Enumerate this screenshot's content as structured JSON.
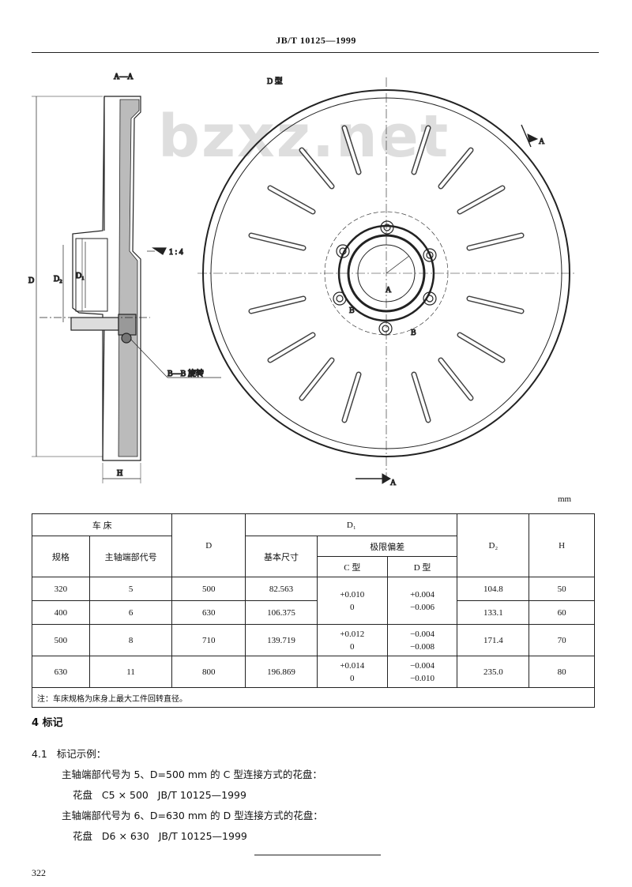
{
  "header": {
    "title": "JB/T 10125—1999"
  },
  "watermark": "bzxz.net",
  "drawing": {
    "section_label": "A—A",
    "view_label": "D 型",
    "dim_D": "D",
    "dim_D1": "D₁",
    "dim_D2": "D₂",
    "dim_H": "H",
    "taper": "1 : 4",
    "bb_label": "B—B 旋转",
    "arrow_A_top": "A",
    "arrow_A_bottom": "A",
    "center_A": "A",
    "label_B1": "B",
    "label_B2": "B"
  },
  "unit": "mm",
  "table": {
    "h_lathe": "车 床",
    "h_D": "D",
    "h_D1": "D₁",
    "h_D2": "D₂",
    "h_H": "H",
    "h_spec": "规格",
    "h_spindle": "主轴端部代号",
    "h_basic": "基本尺寸",
    "h_limit": "极限偏差",
    "h_c": "C 型",
    "h_d": "D 型",
    "rows": [
      {
        "spec": "320",
        "code": "5",
        "D": "500",
        "basic": "82.563",
        "D2": "104.8",
        "H": "50"
      },
      {
        "spec": "400",
        "code": "6",
        "D": "630",
        "basic": "106.375",
        "D2": "133.1",
        "H": "60"
      },
      {
        "spec": "500",
        "code": "8",
        "D": "710",
        "basic": "139.719",
        "D2": "171.4",
        "H": "70"
      },
      {
        "spec": "630",
        "code": "11",
        "D": "800",
        "basic": "196.869",
        "D2": "235.0",
        "H": "80"
      }
    ],
    "dev_c_1": [
      "+0.010",
      "0"
    ],
    "dev_d_1": [
      "+0.004",
      "−0.006"
    ],
    "dev_c_3": [
      "+0.012",
      "0"
    ],
    "dev_d_3": [
      "−0.004",
      "−0.008"
    ],
    "dev_c_4": [
      "+0.014",
      "0"
    ],
    "dev_d_4": [
      "−0.004",
      "−0.010"
    ],
    "note": "注：车床规格为床身上最大工件回转直径。"
  },
  "section4": {
    "title": "4   标记",
    "subtitle": "4.1   标记示例：",
    "line1": "主轴端部代号为 5、D=500 mm 的 C 型连接方式的花盘：",
    "code1": "花盘   C5 × 500   JB/T 10125—1999",
    "line2": "主轴端部代号为 6、D=630 mm 的 D 型连接方式的花盘：",
    "code2": "花盘   D6 × 630   JB/T 10125—1999"
  },
  "page_number": "322"
}
